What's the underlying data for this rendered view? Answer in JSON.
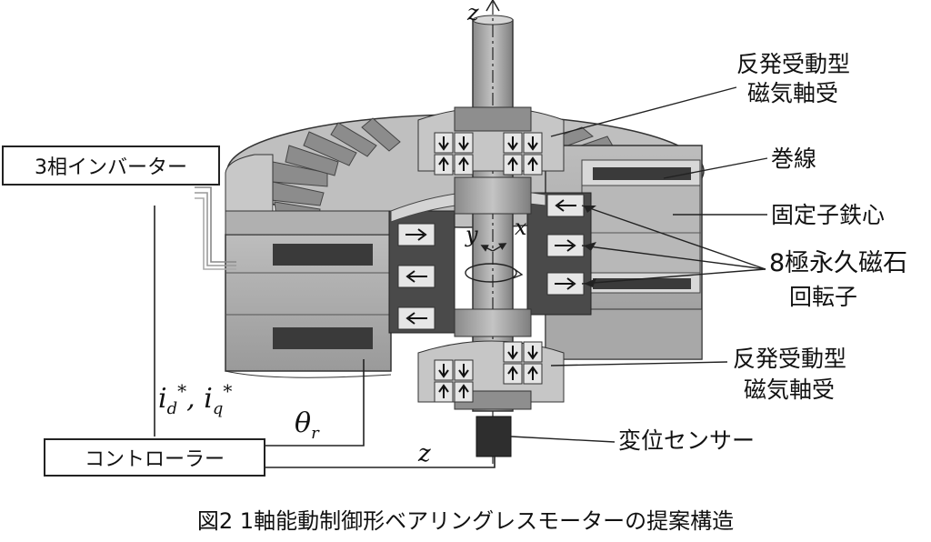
{
  "labels": {
    "top_bearing": [
      "反発受動型",
      "磁気軸受"
    ],
    "winding": "巻線",
    "stator_core": "固定子鉄心",
    "magnet_rotor": [
      "8極永久磁石",
      "回転子"
    ],
    "bottom_bearing": [
      "反発受動型",
      "磁気軸受"
    ],
    "sensor": "変位センサー"
  },
  "boxes": {
    "inverter": "3相インバーター",
    "controller": "コントローラー"
  },
  "math": {
    "z_axis": "z",
    "y_axis": "y",
    "x_axis": "x",
    "current_refs": "i_d*, i_q*",
    "theta": "θ_r",
    "z_signal": "z"
  },
  "caption": "図2 1軸能動制御形ベアリングレスモーターの提案構造",
  "colors": {
    "steel_light": "#cfcfcf",
    "steel_mid": "#a9a9a9",
    "steel_dark": "#6e6e6e",
    "coil": "#3c3c3c",
    "magnet_face": "#e6e6e6",
    "line": "#222222"
  }
}
